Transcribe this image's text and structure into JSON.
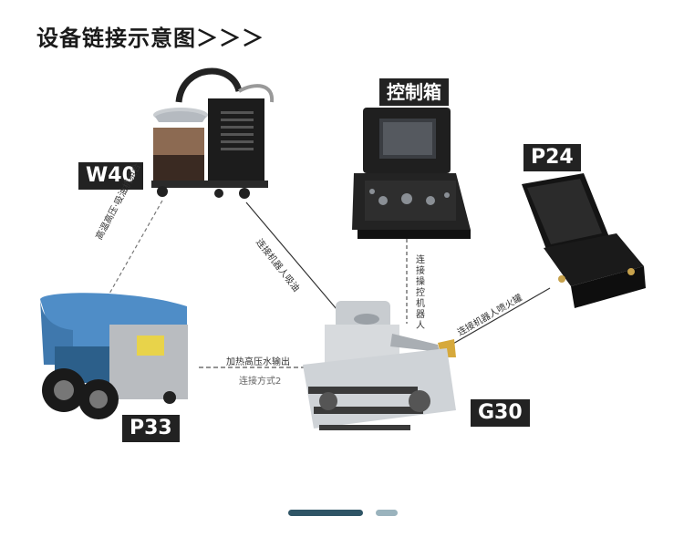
{
  "header": {
    "title": "设备链接示意图＞＞＞"
  },
  "nodes": {
    "w40": {
      "label": "W40"
    },
    "control_box": {
      "label": "控制箱"
    },
    "p24": {
      "label": "P24"
    },
    "p33": {
      "label": "P33"
    },
    "g30": {
      "label": "G30"
    }
  },
  "edges": {
    "w40_p33": {
      "label": "高温高压·吸油机组合"
    },
    "w40_g30": {
      "label": "连接机器人吸油"
    },
    "control_g30": {
      "label": "连接操控机器人"
    },
    "p24_g30": {
      "label": "连接机器人喷火罐"
    },
    "p33_g30": {
      "label": "加热高压水输出",
      "sub": "连接方式2"
    }
  },
  "pager": {
    "active_color": "#2f5566",
    "inactive_color": "#9ab3bd"
  }
}
